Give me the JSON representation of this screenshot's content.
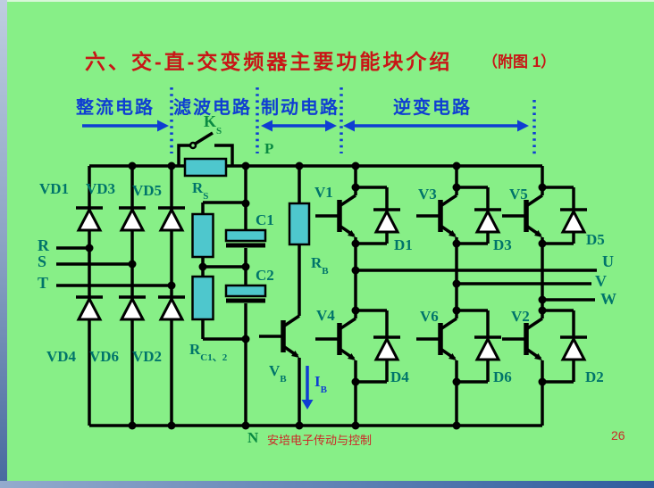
{
  "slide": {
    "title": "六、交-直-交变频器主要功能块介绍",
    "note": "（附图 1）",
    "footer": "安培电子传动与控制",
    "page_number": "26"
  },
  "sections": [
    "整流电路",
    "滤波电路",
    "制动电路",
    "逆变电路"
  ],
  "dc_bus": {
    "positive": "P",
    "negative": "N"
  },
  "inputs": [
    "R",
    "S",
    "T"
  ],
  "outputs": [
    "U",
    "V",
    "W"
  ],
  "rectifier_diodes": {
    "top": [
      "VD1",
      "VD3",
      "VD5"
    ],
    "bottom": [
      "VD4",
      "VD6",
      "VD2"
    ]
  },
  "inverter": {
    "transistors_top": [
      "V1",
      "V3",
      "V5"
    ],
    "transistors_bottom": [
      "V4",
      "V6",
      "V2"
    ],
    "diodes_top": [
      "D1",
      "D3",
      "D5"
    ],
    "diodes_bottom": [
      "D4",
      "D6",
      "D2"
    ]
  },
  "components": {
    "ks": {
      "main": "K",
      "sub": "S"
    },
    "rs": {
      "main": "R",
      "sub": "S"
    },
    "rc": {
      "main": "R",
      "sub": "C1、2"
    },
    "rb": {
      "main": "R",
      "sub": "B"
    },
    "vb": {
      "main": "V",
      "sub": "B"
    },
    "ib": {
      "main": "I",
      "sub": "B"
    },
    "c1": "C1",
    "c2": "C2"
  },
  "colors": {
    "background": "#87ef87",
    "title_red": "#c81616",
    "section_blue": "#0f3ed2",
    "component_teal": "#00746a",
    "node_green": "#0a8a42",
    "component_fill": "#4ec7cd",
    "footer_red": "#cc2828"
  }
}
